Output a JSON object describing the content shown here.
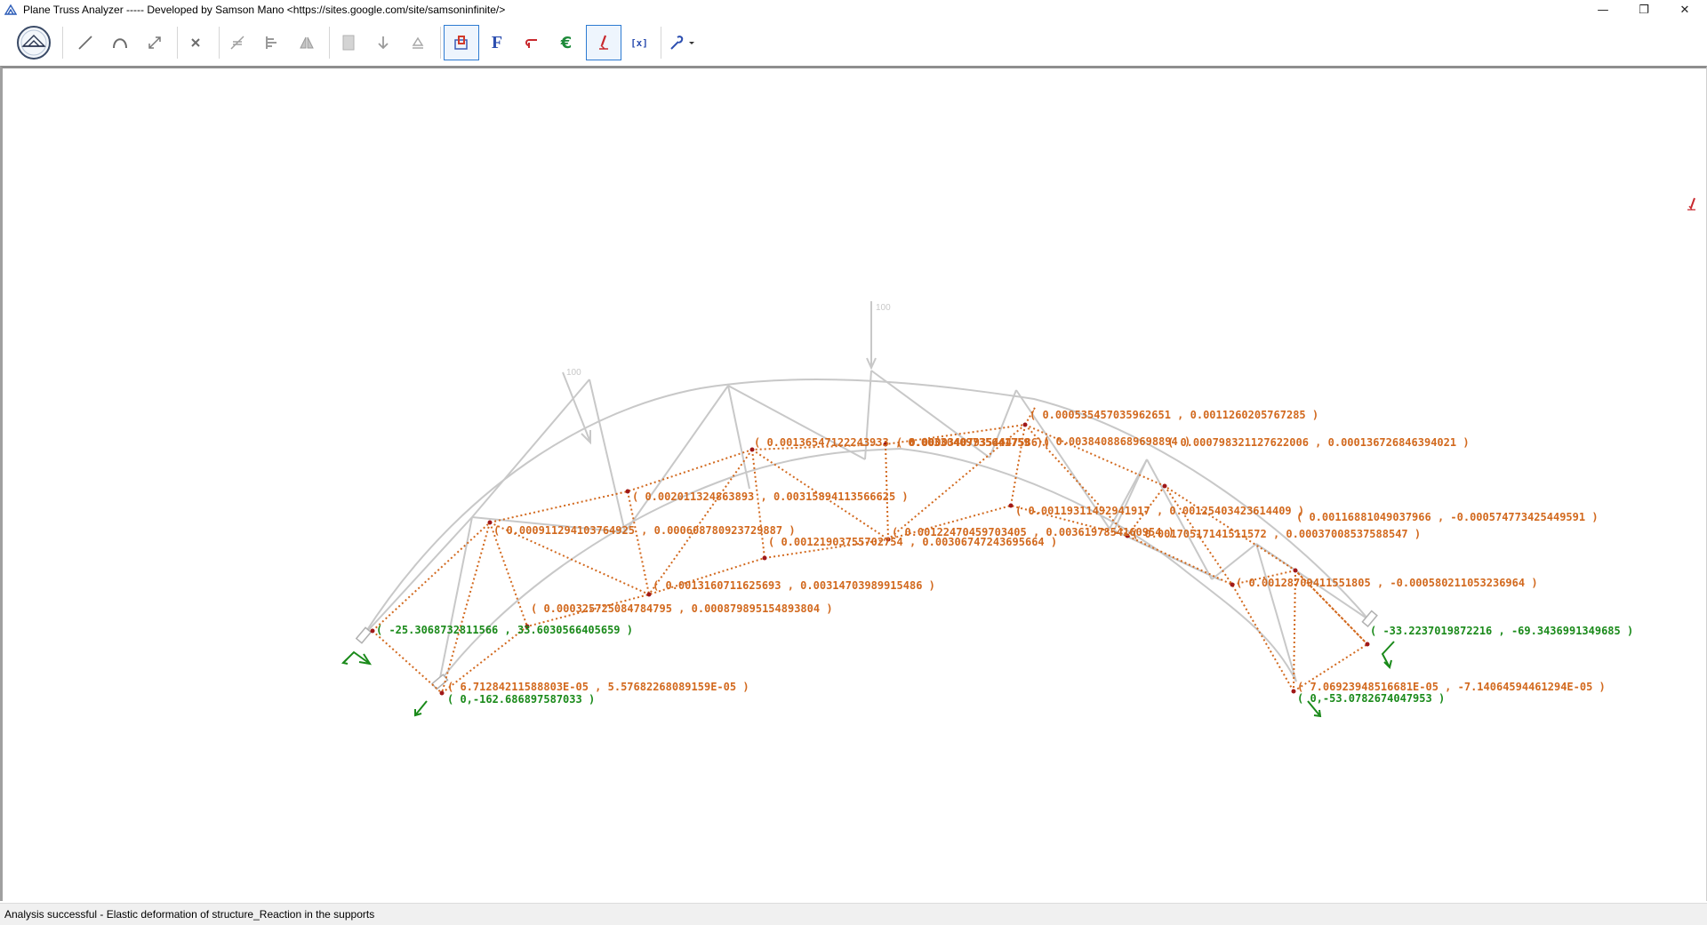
{
  "window": {
    "title": "Plane Truss Analyzer ----- Developed by Samson Mano <https://sites.google.com/site/samsoninfinite/>",
    "minimize_glyph": "—",
    "maximize_glyph": "❐",
    "close_glyph": "✕"
  },
  "toolbar": {
    "tools": [
      {
        "id": "structure-home",
        "icon": "truss-globe-icon"
      },
      {
        "id": "add-line",
        "icon": "line-icon"
      },
      {
        "id": "add-arc",
        "icon": "arc-icon"
      },
      {
        "id": "scale",
        "icon": "scale-icon"
      },
      {
        "id": "delete",
        "icon": "delete-x-icon"
      },
      {
        "id": "split",
        "icon": "split-icon"
      },
      {
        "id": "align",
        "icon": "align-icon"
      },
      {
        "id": "mirror",
        "icon": "mirror-icon"
      },
      {
        "id": "material",
        "icon": "document-icon"
      },
      {
        "id": "load",
        "icon": "load-arrow-icon"
      },
      {
        "id": "support",
        "icon": "support-icon"
      },
      {
        "id": "deformation",
        "icon": "deformation-icon",
        "selected": true
      },
      {
        "id": "force",
        "icon": "force-f-icon",
        "glyph": "F"
      },
      {
        "id": "stress",
        "icon": "stress-icon"
      },
      {
        "id": "strain",
        "icon": "strain-euro-icon",
        "glyph": "€"
      },
      {
        "id": "reaction",
        "icon": "reaction-icon",
        "selected": true
      },
      {
        "id": "results",
        "icon": "results-icon",
        "glyph": "[x]"
      },
      {
        "id": "settings",
        "icon": "wrench-icon"
      }
    ]
  },
  "colors": {
    "truss": "#c8c8c8",
    "deformed": "#d2691e",
    "node": "#a01818",
    "reaction": "#1a8a1a"
  },
  "loads": [
    {
      "label": "100"
    },
    {
      "label": "100"
    }
  ],
  "deformation_labels": [
    "( 0.000535457035962651 , 0.0011260205767285 )",
    "( 0.00136547122243933 , 0.00330409735641759 )",
    "( 0.000034079354447586 )",
    "( 0.00384088689698894 )",
    "( 0.000798321127622006 , 0.000136726846394021 )",
    "( 0.002011324863893 , 0.00315894113566625 )",
    "( 0.00119311492941917 , 0.00125403423614409 )",
    "( 0.00116881049037966 , -0.000574773425449591 )",
    "( 0.000911294103764925 , 0.000608780923729887 )",
    "( 0.00122470459703405 , 0.0036197854160954 )",
    "( 0.00121903755702754 , 0.00306747243695664 )",
    "( 0.00170517141511572 , 0.00037008537588547 )",
    "( 0.0013160711625693 , 0.00314703989915486 )",
    "( 0.00128709411551805 , -0.000580211053236964 )",
    "( 0.000325725084784795 , 0.000879895154893804 )",
    "( 6.71284211588803E-05 , 5.57682268089159E-05 )",
    "( 7.06923948516681E-05 , -7.14064594461294E-05 )"
  ],
  "reaction_labels": [
    "( -25.3068732811566 , 33.6030566405659 )",
    "( 0,-162.686897587033 )",
    "( -33.2237019872216 , -69.3436991349685 )",
    "( 0,-53.0782674047953 )"
  ],
  "status": {
    "text": "Analysis successful - Elastic deformation of structure_Reaction in the supports"
  }
}
